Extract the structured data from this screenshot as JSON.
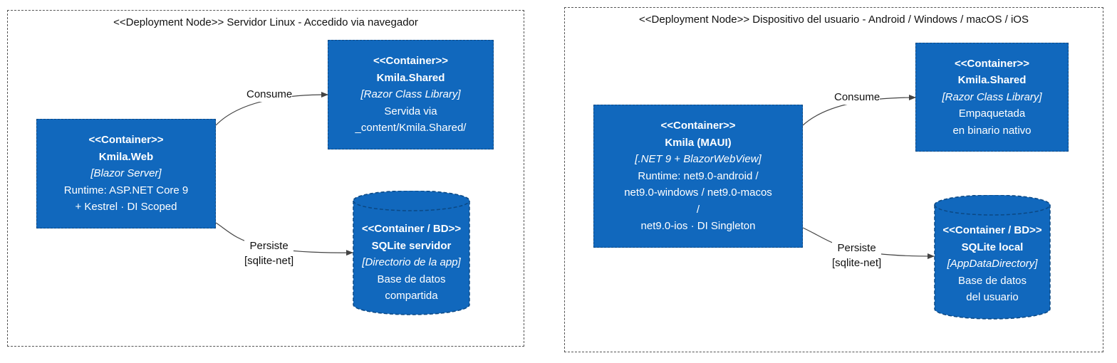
{
  "nodes": {
    "server": {
      "title": "<<Deployment Node>> Servidor Linux - Accedido via navegador",
      "web": {
        "stereotype": "<<Container>>",
        "name": "Kmila.Web",
        "tech": "[Blazor Server]",
        "desc": [
          "Runtime: ASP.NET Core 9",
          "+ Kestrel · DI Scoped"
        ]
      },
      "shared": {
        "stereotype": "<<Container>>",
        "name": "Kmila.Shared",
        "tech": "[Razor Class Library]",
        "desc": [
          "Servida via",
          "_content/Kmila.Shared/"
        ]
      },
      "db": {
        "stereotype": "<<Container / BD>>",
        "name": "SQLite servidor",
        "tech": "[Directorio de la app]",
        "desc": [
          "Base de datos",
          "compartida"
        ]
      },
      "edge_consume": "Consume",
      "edge_persist": [
        "Persiste",
        "[sqlite-net]"
      ]
    },
    "device": {
      "title": "<<Deployment Node>> Dispositivo del usuario - Android / Windows / macOS / iOS",
      "maui": {
        "stereotype": "<<Container>>",
        "name": "Kmila (MAUI)",
        "tech": "[.NET 9 + BlazorWebView]",
        "desc": [
          "Runtime: net9.0-android /",
          "net9.0-windows / net9.0-macos",
          "/",
          "net9.0-ios · DI Singleton"
        ]
      },
      "shared": {
        "stereotype": "<<Container>>",
        "name": "Kmila.Shared",
        "tech": "[Razor Class Library]",
        "desc": [
          "Empaquetada",
          "en binario nativo"
        ]
      },
      "db": {
        "stereotype": "<<Container / BD>>",
        "name": "SQLite local",
        "tech": "[AppDataDirectory]",
        "desc": [
          "Base de datos",
          "del usuario"
        ]
      },
      "edge_consume": "Consume",
      "edge_persist": [
        "Persiste",
        "[sqlite-net]"
      ]
    }
  },
  "colors": {
    "container_fill": "#1168bd",
    "container_border": "#0b4884",
    "text_on_container": "#ffffff",
    "edge": "#444444"
  }
}
